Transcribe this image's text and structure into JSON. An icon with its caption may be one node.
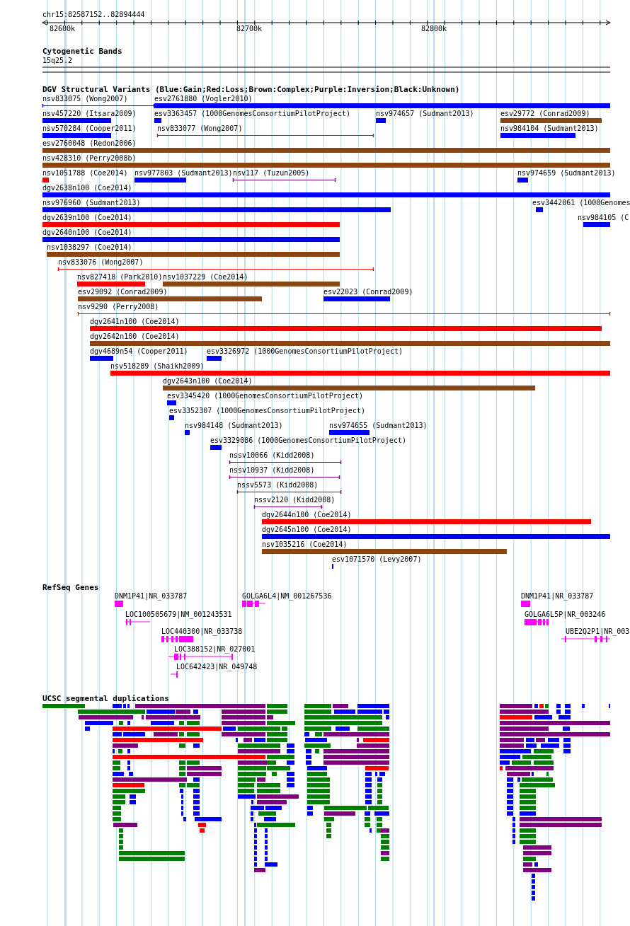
{
  "diagram": {
    "labels": [
      "chr15:82587152..82894444",
      "82600k",
      "82700k",
      "82800k",
      "Cytogenetic Bands",
      "15q25.2",
      "DGV Structural Variants (Blue:Gain;Red:Loss;Brown:Complex;Purple:Inversion;Black:Unknown)",
      "nsv833075 (Wong2007)",
      "esv2761880 (Vogler2010)",
      "nsv457220 (Itsara2009)",
      "esv3363457 (1000GenomesConsortiumPilotProject)",
      "nsv974657 (Sudmant2013)",
      "esv29772 (Conrad2009)",
      "nsv570284 (Cooper2011)",
      "nsv833077 (Wong2007)",
      "nsv984104 (Sudmant2013)",
      "esv2760048 (Redon2006)",
      "nsv428310 (Perry2008b)",
      "nsv1051788 (Coe2014)",
      "nsv977803 (Sudmant2013)",
      "nsv117 (Tuzun2005)",
      "nsv974659 (Sudmant2013)",
      "dgv2638n100 (Coe2014)",
      "nsv976960 (Sudmant2013)",
      "esv3442061 (1000Genomes",
      "dgv2639n100 (Coe2014)",
      "nsv984105 (C",
      "dgv2640n100 (Coe2014)",
      "nsv1038297 (Coe2014)",
      "nsv833076 (Wong2007)",
      "nsv827418 (Park2010)",
      "nsv1037229 (Coe2014)",
      "esv29092 (Conrad2009)",
      "esv22023 (Conrad2009)",
      "nsv9290 (Perry2008)",
      "dgv2641n100 (Coe2014)",
      "dgv2642n100 (Coe2014)",
      "dgv4689n54 (Cooper2011)",
      "esv3326972 (1000GenomesConsortiumPilotProject)",
      "nsv518289 (Shaikh2009)",
      "dgv2643n100 (Coe2014)",
      "esv3345420 (1000GenomesConsortiumPilotProject)",
      "esv3352307 (1000GenomesConsortiumPilotProject)",
      "nsv984148 (Sudmant2013)",
      "nsv974655 (Sudmant2013)",
      "esv3329086 (1000GenomesConsortiumPilotProject)",
      "nssv10066 (Kidd2008)",
      "nssv10937 (Kidd2008)",
      "nssv5573 (Kidd2008)",
      "nssv2120 (Kidd2008)",
      "dgv2644n100 (Coe2014)",
      "dgv2645n100 (Coe2014)",
      "nsv1035216 (Coe2014)",
      "esv1071570 (Levy2007)",
      "RefSeq Genes",
      "DNM1P41|NR_033787",
      "GOLGA6L4|NM_001267536",
      "DNM1P41|NR_033787",
      "LOC100505679|NM_001243531",
      "GOLGA6L5P|NR_003246",
      "LOC440300|NR_033738",
      "UBE2Q2P1|NR_003",
      "LOC388152|NR_027001",
      "LOC642423|NR_049748",
      "UCSC segmental duplications"
    ]
  }
}
